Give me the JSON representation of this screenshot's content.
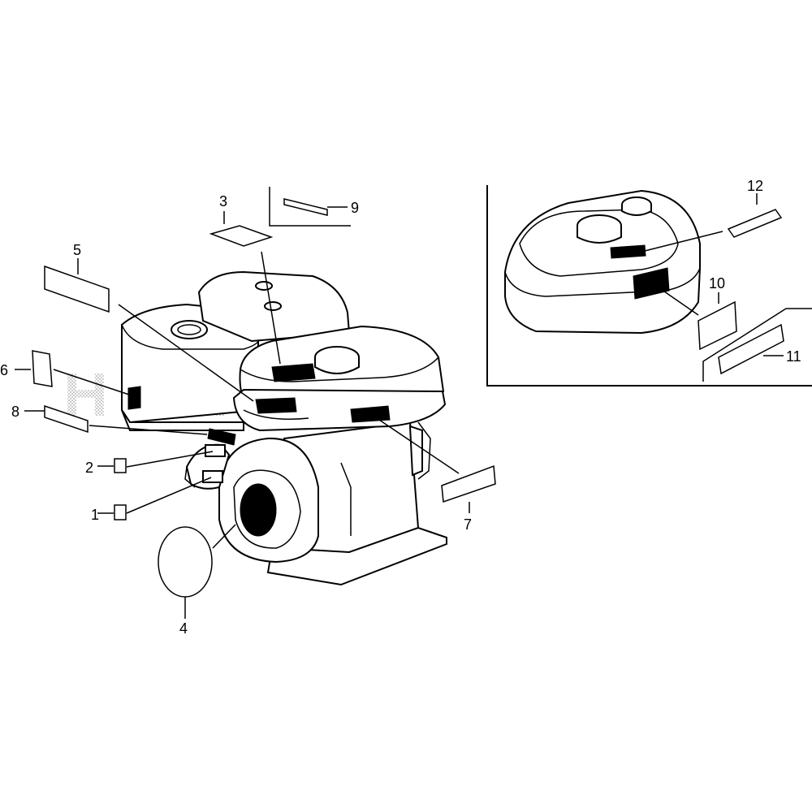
{
  "diagram": {
    "callouts": {
      "c1": "1",
      "c2": "2",
      "c3": "3",
      "c4": "4",
      "c5": "5",
      "c6": "6",
      "c7": "7",
      "c8": "8",
      "c9": "9",
      "c10": "10",
      "c11": "11",
      "c12": "12"
    },
    "watermark": "HONDA"
  }
}
